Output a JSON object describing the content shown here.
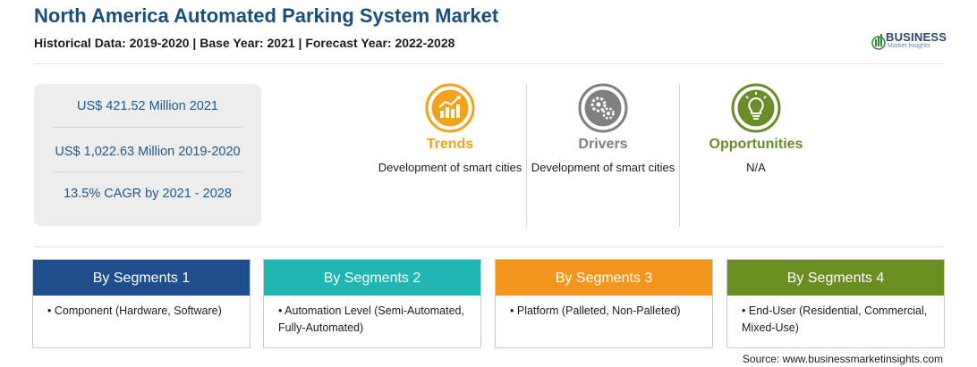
{
  "title": "North America Automated Parking System Market",
  "subtitle": "Historical Data: 2019-2020 | Base Year: 2021 | Forecast Year: 2022-2028",
  "logo": {
    "main": "BUSINESS",
    "sub": "Market Insights",
    "icon": "bar-chart-globe-icon"
  },
  "stats": [
    "US$ 421.52 Million 2021",
    "US$ 1,022.63 Million 2019-2020",
    "13.5% CAGR by 2021 - 2028"
  ],
  "features": [
    {
      "label": "Trends",
      "desc": "Development of smart cities",
      "color": "#f6a11a",
      "icon": "trend-chart-icon"
    },
    {
      "label": "Drivers",
      "desc": "Development of smart cities",
      "color": "#808080",
      "icon": "gears-icon"
    },
    {
      "label": "Opportunities",
      "desc": "N/A",
      "color": "#6a8c2a",
      "icon": "lightbulb-icon"
    }
  ],
  "segments": [
    {
      "title": "By Segments 1",
      "item": "Component (Hardware, Software)",
      "color": "#1e4e8c"
    },
    {
      "title": "By Segments 2",
      "item": "Automation Level (Semi-Automated, Fully-Automated)",
      "color": "#1fb6b3"
    },
    {
      "title": "By Segments 3",
      "item": "Platform (Palleted, Non-Palleted)",
      "color": "#f4951c"
    },
    {
      "title": "By Segments 4",
      "item": "End-User (Residential, Commercial, Mixed-Use)",
      "color": "#6b8e23"
    }
  ],
  "source": "Source: www.businessmarketinsights.com"
}
